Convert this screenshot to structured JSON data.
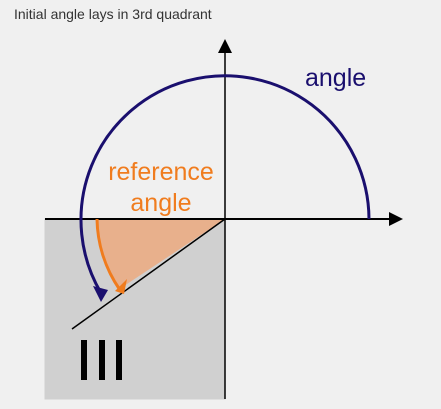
{
  "caption": "Initial angle lays in 3rd quadrant",
  "labels": {
    "angle": "angle",
    "reference_line1": "reference",
    "reference_line2": "angle",
    "quadrant": "III"
  },
  "colors": {
    "angle_arc": "#1a0f6e",
    "reference": "#f07c1e",
    "reference_fill": "#e8b08c",
    "quadrant_fill": "#d0d0d0",
    "axes": "#000000",
    "background": "#f0f0f0"
  }
}
